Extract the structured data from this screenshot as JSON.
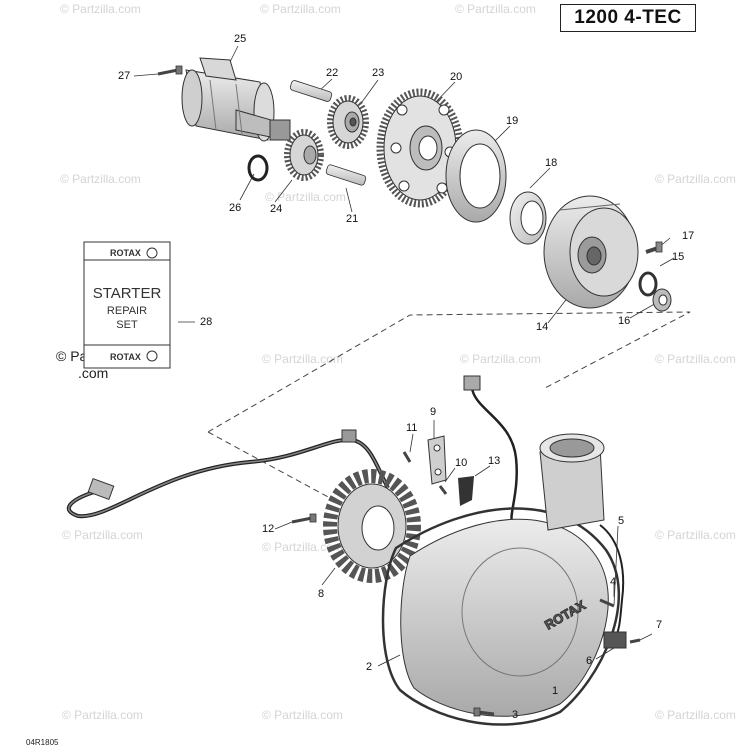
{
  "header": {
    "model": "1200 4-TEC"
  },
  "footer": {
    "reference": "04R1805"
  },
  "watermark": {
    "text": "© Partzilla.com"
  },
  "copyright_lines": [
    "© Partzilla",
    ".com"
  ],
  "repair_kit": {
    "brand": "ROTAX",
    "line1": "STARTER",
    "line2": "REPAIR",
    "line3": "SET"
  },
  "cover_logo": "ROTAX",
  "callouts": [
    "1",
    "2",
    "3",
    "4",
    "5",
    "6",
    "7",
    "8",
    "9",
    "10",
    "11",
    "12",
    "13",
    "14",
    "15",
    "16",
    "17",
    "18",
    "19",
    "20",
    "21",
    "22",
    "23",
    "24",
    "25",
    "26",
    "27",
    "28"
  ],
  "colors": {
    "line": "#333333",
    "part_fill": "#e6e6e6",
    "watermark": "#d4d4d4"
  }
}
